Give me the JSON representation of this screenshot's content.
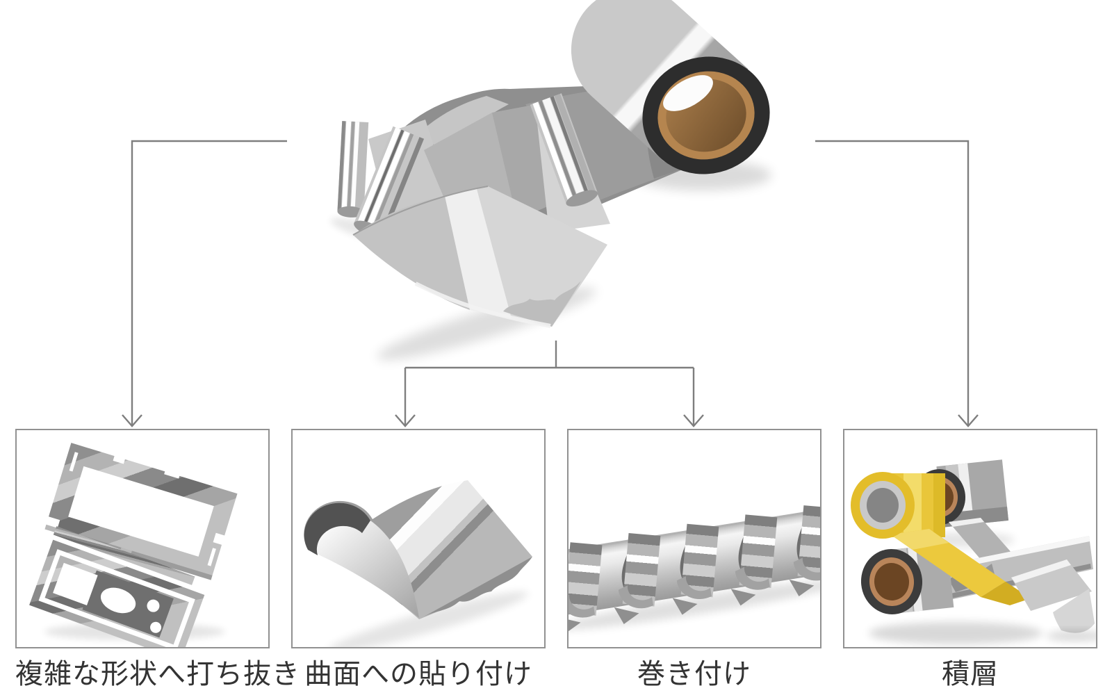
{
  "flow": {
    "root": {
      "icon": "foil-tape-roll-illustration"
    },
    "items": [
      {
        "label": "複雑な形状へ打ち抜き",
        "icon": "punched-shapes-illustration"
      },
      {
        "label": "曲面への貼り付け",
        "icon": "foil-on-curved-surface-illustration"
      },
      {
        "label": "巻き付け",
        "icon": "tape-wrapped-rod-illustration"
      },
      {
        "label": "積層",
        "icon": "stacked-tape-rolls-illustration"
      }
    ]
  },
  "colors": {
    "background": "#ffffff",
    "connector_line": "#7e7e7e",
    "box_border": "#919191",
    "label_text": "#333333",
    "metal_light": "#d6d6d6",
    "metal_mid": "#a8a8a8",
    "metal_dark": "#6f6f6f",
    "highlight_white": "#f7f7f7",
    "core_brown": "#8a6138",
    "core_ring_brown": "#b5854f",
    "tape_edge_black": "#2d2d2d",
    "accent_yellow": "#e8c537"
  }
}
